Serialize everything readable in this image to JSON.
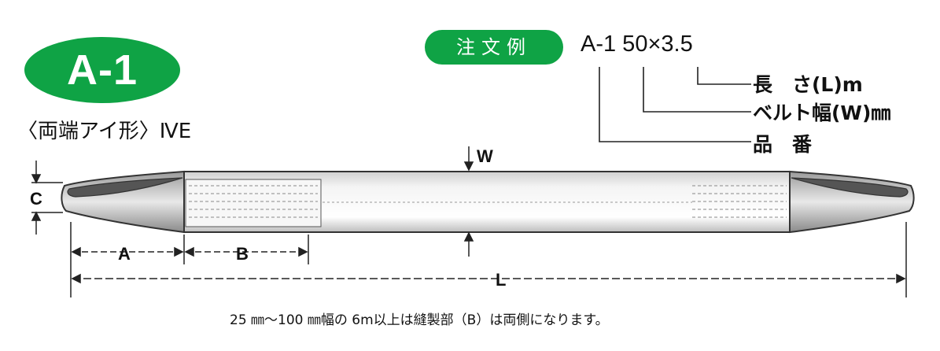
{
  "badge": {
    "code": "A-1",
    "color": "#0fa345"
  },
  "subtitle": "〈両端アイ形〉ⅣE",
  "order": {
    "label": "注文例",
    "code_example": "A-1  50×3.5",
    "legend": {
      "length": "長　さ(L)m",
      "width": "ベルト幅(W)㎜",
      "product_code": "品　番"
    }
  },
  "dimensions": {
    "w": "W",
    "c": "C",
    "a": "A",
    "b": "B",
    "l": "L"
  },
  "footnote": "25 ㎜〜100 ㎜幅の 6m以上は縫製部（B）は両側になります。"
}
